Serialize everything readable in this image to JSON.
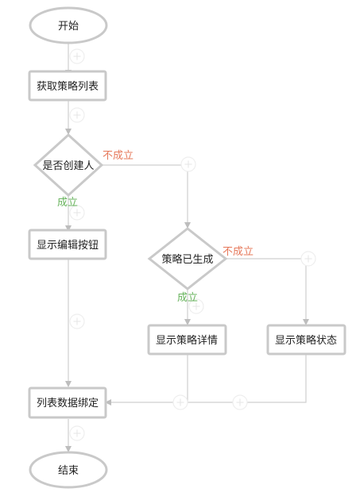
{
  "nodes": {
    "start": "开始",
    "get_list": "获取策略列表",
    "is_creator": "是否创建人",
    "show_edit": "显示编辑按钮",
    "policy_generated": "策略已生成",
    "show_detail": "显示策略详情",
    "show_status": "显示策略状态",
    "bind_list": "列表数据绑定",
    "end": "结束"
  },
  "labels": {
    "creator_yes": "成立",
    "creator_no": "不成立",
    "generated_yes": "成立",
    "generated_no": "不成立"
  },
  "colors": {
    "yes": "#67b35c",
    "no": "#e6785a"
  },
  "icons": [
    "plus-circle-icon"
  ]
}
